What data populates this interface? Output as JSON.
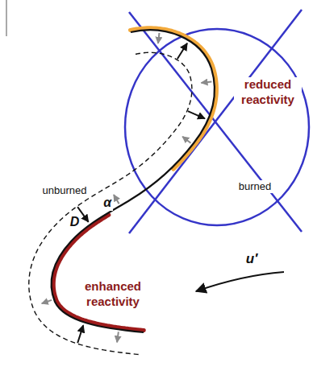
{
  "diagram": {
    "labels": [
      "reduced reactivity",
      "unburned",
      "burned",
      "D",
      "α",
      "enhanced reactivity",
      "u′"
    ]
  }
}
